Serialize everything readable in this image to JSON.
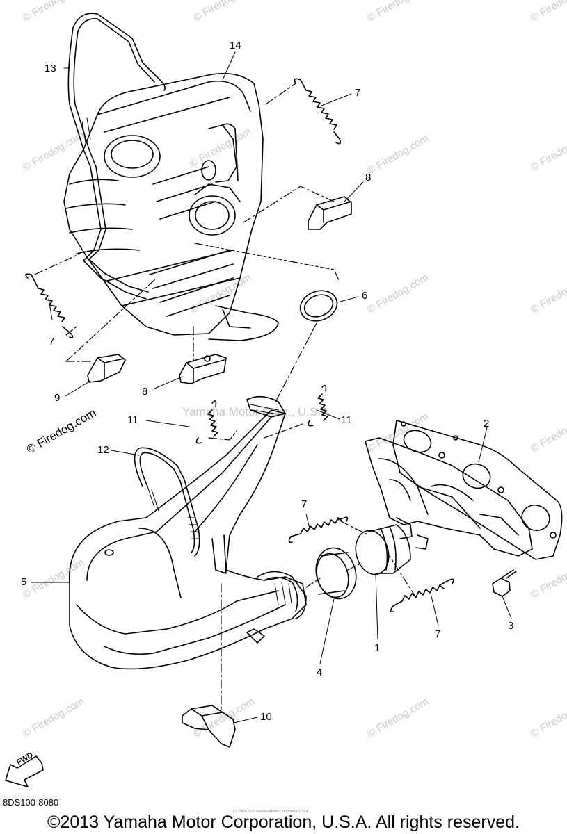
{
  "watermark": "© Firedog.com",
  "yamaha_watermark": "Yamaha Motor Corp., U.S.A.",
  "callouts": [
    "13",
    "14",
    "7",
    "8",
    "6",
    "7",
    "9",
    "8",
    "11",
    "11",
    "12",
    "2",
    "7",
    "5",
    "3",
    "7",
    "1",
    "4",
    "10"
  ],
  "fwd_label": "FWD",
  "diagram_code": "8DS100-8080",
  "tiny_copyright": "(c) 2003-2013 Yamaha Motor Corporation, U.S.A.",
  "copyright": "©2013 Yamaha Motor Corporation, U.S.A. All rights reserved.",
  "colors": {
    "line": "#000000",
    "watermark": "#c8c8c8",
    "background": "#ffffff"
  }
}
